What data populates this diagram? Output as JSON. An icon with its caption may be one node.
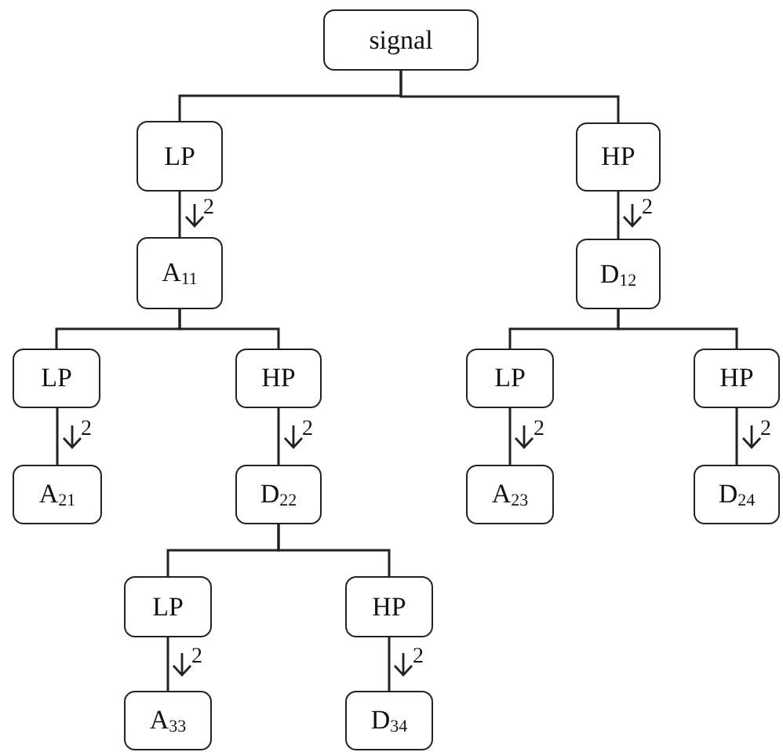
{
  "diagram": {
    "nodes": [
      {
        "text": [
          "signal"
        ]
      },
      {
        "text": [
          "LP"
        ]
      },
      {
        "text": [
          "HP"
        ]
      },
      {
        "text": [
          "A$_{11}$"
        ]
      },
      {
        "text": [
          "D$_{12}$"
        ]
      },
      {
        "text": [
          "LP"
        ]
      },
      {
        "text": [
          "HP"
        ]
      },
      {
        "text": [
          "LP"
        ]
      },
      {
        "text": [
          "HP"
        ]
      },
      {
        "text": [
          "A$_{21}$"
        ]
      },
      {
        "text": [
          "D$_{22}$"
        ]
      },
      {
        "text": [
          "A$_{23}$"
        ]
      },
      {
        "text": [
          "D$_{24}$"
        ]
      },
      {
        "text": [
          "LP"
        ]
      },
      {
        "text": [
          "HP"
        ]
      },
      {
        "text": [
          "A$_{33}$"
        ]
      },
      {
        "text": [
          "D$_{34}$"
        ]
      }
    ],
    "edges": [
      {
        "from": 0,
        "to": 1,
        "arrow": "none"
      },
      {
        "from": 0,
        "to": 2,
        "arrow": "none"
      },
      {
        "from": 1,
        "to": 3,
        "arrow": "none",
        "label": "2"
      },
      {
        "from": 2,
        "to": 4,
        "arrow": "none",
        "label": "2"
      },
      {
        "from": 3,
        "to": 5,
        "arrow": "none"
      },
      {
        "from": 3,
        "to": 6,
        "arrow": "none"
      },
      {
        "from": 4,
        "to": 7,
        "arrow": "none"
      },
      {
        "from": 4,
        "to": 8,
        "arrow": "none"
      },
      {
        "from": 5,
        "to": 9,
        "arrow": "none",
        "label": "2"
      },
      {
        "from": 6,
        "to": 10,
        "arrow": "none",
        "label": "2"
      },
      {
        "from": 7,
        "to": 11,
        "arrow": "none",
        "label": "2"
      },
      {
        "from": 8,
        "to": 12,
        "arrow": "none",
        "label": "2"
      },
      {
        "from": 10,
        "to": 13,
        "arrow": "none"
      },
      {
        "from": 10,
        "to": 14,
        "arrow": "none"
      },
      {
        "from": 13,
        "to": 15,
        "arrow": "none",
        "label": "2"
      },
      {
        "from": 14,
        "to": 16,
        "arrow": "none",
        "label": "2"
      }
    ]
  }
}
